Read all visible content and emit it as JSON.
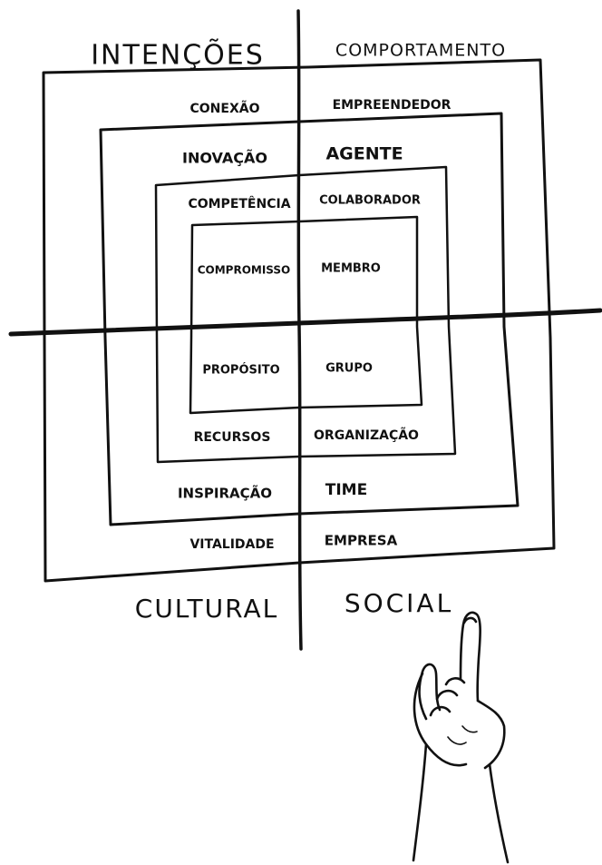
{
  "headings": {
    "top_left": "INTENÇÕES",
    "top_right": "COMPORTAMENTO",
    "bottom_left": "CULTURAL",
    "bottom_right": "SOCIAL"
  },
  "rings": {
    "outer": {
      "top_left": "CONEXÃO",
      "top_right": "EMPREENDEDOR",
      "bottom_left": "VITALIDADE",
      "bottom_right": "EMPRESA"
    },
    "second": {
      "top_left": "INOVAÇÃO",
      "top_right": "AGENTE",
      "bottom_left": "INSPIRAÇÃO",
      "bottom_right": "TIME"
    },
    "third": {
      "top_left": "COMPETÊNCIA",
      "top_right": "COLABORADOR",
      "bottom_left": "RECURSOS",
      "bottom_right": "ORGANIZAÇÃO"
    },
    "inner": {
      "top_left": "COMPROMISSO",
      "top_right": "MEMBRO",
      "bottom_left": "PROPÓSITO",
      "bottom_right": "GRUPO"
    }
  },
  "style": {
    "ink_color": "#111111",
    "paper_color": "#ffffff"
  }
}
